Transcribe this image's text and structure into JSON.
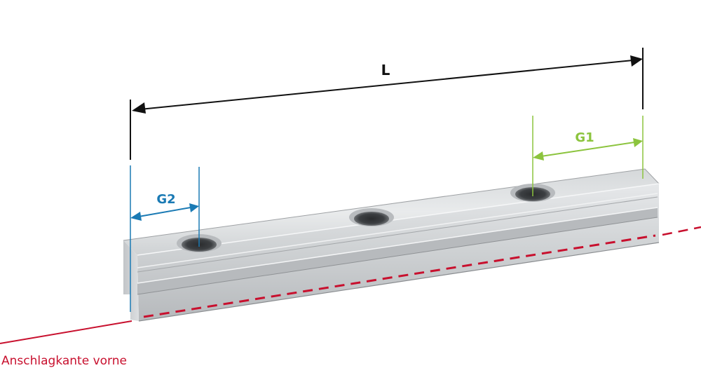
{
  "dimensions": {
    "length_label": "L",
    "g1_label": "G1",
    "g2_label": "G2"
  },
  "reference": {
    "edge_label": "Anschlagkante vorne"
  },
  "colors": {
    "length": "#111111",
    "g1": "#8cc43e",
    "g2": "#1a7ab4",
    "reference_line": "#c8102e",
    "rail_light": "#e2e4e6",
    "rail_mid": "#c9ccce",
    "rail_dark": "#a9acaf"
  }
}
